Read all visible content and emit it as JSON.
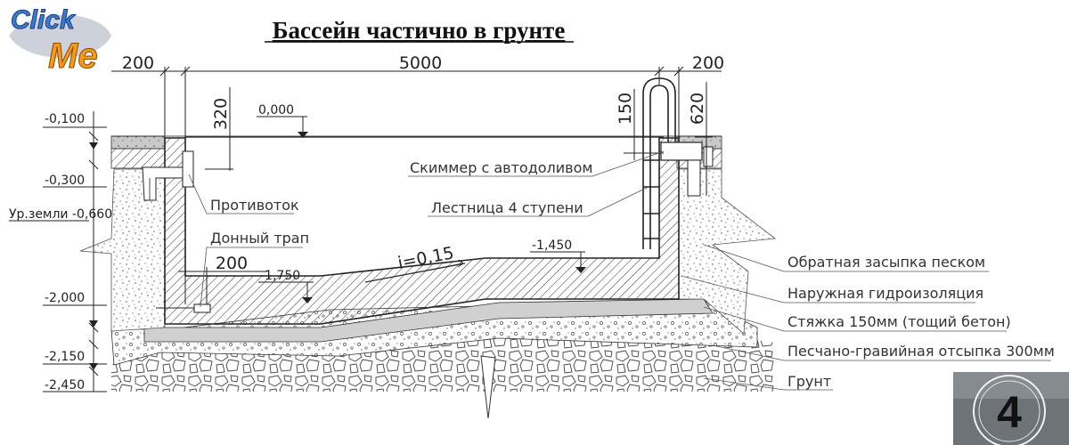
{
  "title": "Бассейн частично в грунте",
  "logo": {
    "line1": "Click",
    "line2": "Me"
  },
  "badge": "4",
  "dimensions": {
    "top_left": "200",
    "top_width": "5000",
    "top_right": "200",
    "wall_depth": "320",
    "right_150": "150",
    "right_620": "620",
    "drain_200": "200"
  },
  "levels": {
    "top": "0,000",
    "l1": "-0,100",
    "l2": "-0,300",
    "ground": "Ур.земли -0,660",
    "l4": "-2,000",
    "l5": "-2,150",
    "l6": "-2,450",
    "deep": "-1,750",
    "shallow": "-1,450"
  },
  "slope": "i=0,15",
  "callouts": {
    "skimmer": "Скиммер с автодоливом",
    "ladder": "Лестница 4 ступени",
    "counterflow": "Противоток",
    "drain": "Донный трап",
    "backfill": "Обратная засыпка песком",
    "waterproof": "Наружная гидроизоляция",
    "screed": "Стяжка 150мм (тощий бетон)",
    "gravel": "Песчано-гравийная отсыпка 300мм",
    "soil": "Грунт"
  }
}
